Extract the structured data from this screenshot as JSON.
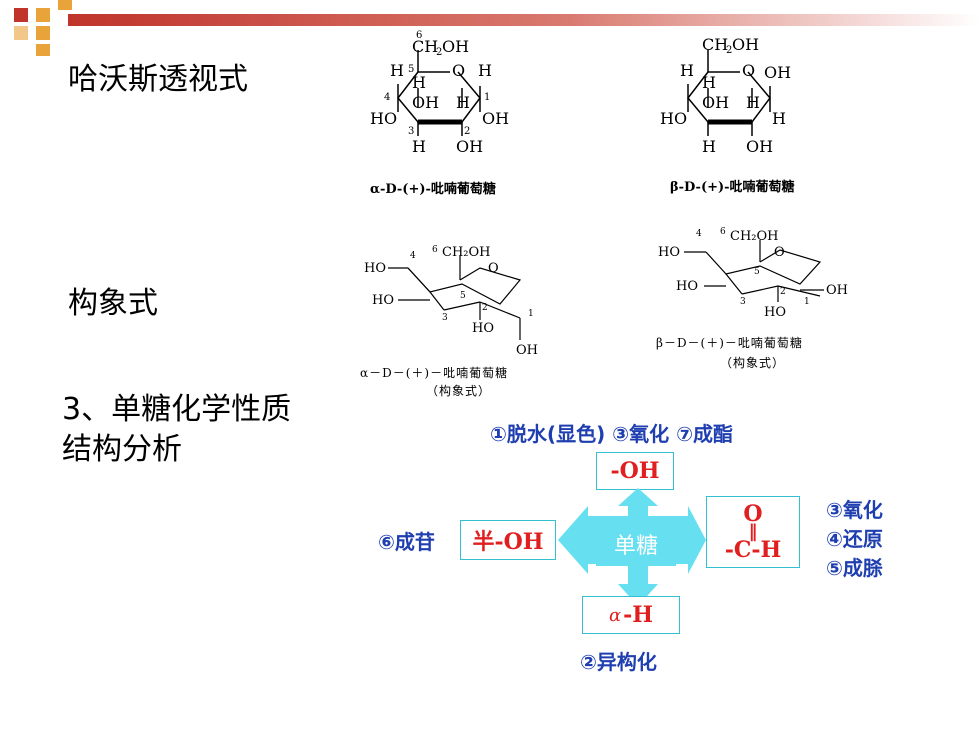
{
  "headings": {
    "haworth": "哈沃斯透视式",
    "conformation": "构象式",
    "section_line1": "3、单糖化学性质",
    "section_line2": "结构分析"
  },
  "structures": {
    "alpha_haworth_caption": "α-D-(+)-吡喃葡萄糖",
    "beta_haworth_caption": "β-D-(+)-吡喃葡萄糖",
    "alpha_chair_caption": "α－D－(＋)－吡喃葡萄糖",
    "alpha_chair_sub": "（构象式）",
    "beta_chair_caption": "β－D－(＋)－吡喃葡萄糖",
    "beta_chair_sub": "（构象式）",
    "groups": {
      "ch2oh": "CH₂OH",
      "oh": "OH",
      "ho": "HO",
      "h": "H",
      "o": "O"
    }
  },
  "analysis": {
    "top_reactions": "①脱水(显色) ③氧化 ⑦成酯",
    "top_box": "-OH",
    "center": "单糖",
    "left_box": "半-OH",
    "left_reaction": "⑥成苷",
    "right_box_top": "O",
    "right_box_mid": "‖",
    "right_box_bottom": "-C-H",
    "right_reactions": [
      "③氧化",
      "④还原",
      "⑤成脎"
    ],
    "bottom_box_greek": "α",
    "bottom_box_text": "-H",
    "bottom_reaction": "②异构化"
  },
  "colors": {
    "bar_red": "#c0342b",
    "deco_orange": "#e8a43a",
    "arrow_cyan": "#66e0f0",
    "box_border": "#33c0d0",
    "text_red": "#e02020",
    "text_blue": "#1f3fb0"
  }
}
